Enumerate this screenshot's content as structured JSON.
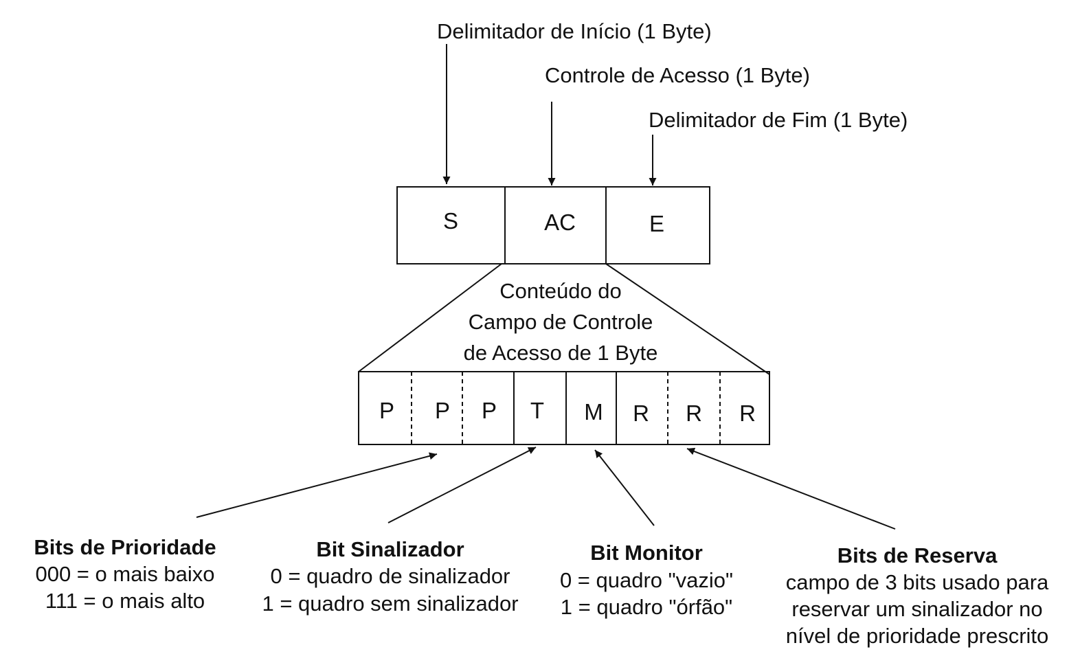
{
  "top_labels": {
    "start_delimiter": "Delimitador de Início (1 Byte)",
    "access_control": "Controle de Acesso (1 Byte)",
    "end_delimiter": "Delimitador de Fim (1 Byte)"
  },
  "token_fields": [
    "S",
    "AC",
    "E"
  ],
  "expansion_caption": [
    "Conteúdo do",
    "Campo de Controle",
    "de Acesso de 1 Byte"
  ],
  "ac_bits": [
    "P",
    "P",
    "P",
    "T",
    "M",
    "R",
    "R",
    "R"
  ],
  "descriptions": {
    "priority": {
      "title": "Bits de Prioridade",
      "lines": [
        "000 = o mais baixo",
        "111 = o mais alto"
      ]
    },
    "token": {
      "title": "Bit Sinalizador",
      "lines": [
        "0 = quadro de sinalizador",
        "1 = quadro sem sinalizador"
      ]
    },
    "monitor": {
      "title": "Bit Monitor",
      "lines": [
        "0 = quadro \"vazio\"",
        "1 = quadro \"órfão\""
      ]
    },
    "reservation": {
      "title": "Bits de Reserva",
      "lines": [
        "campo de 3 bits usado para",
        "reservar um sinalizador no",
        "nível de prioridade prescrito"
      ]
    }
  }
}
